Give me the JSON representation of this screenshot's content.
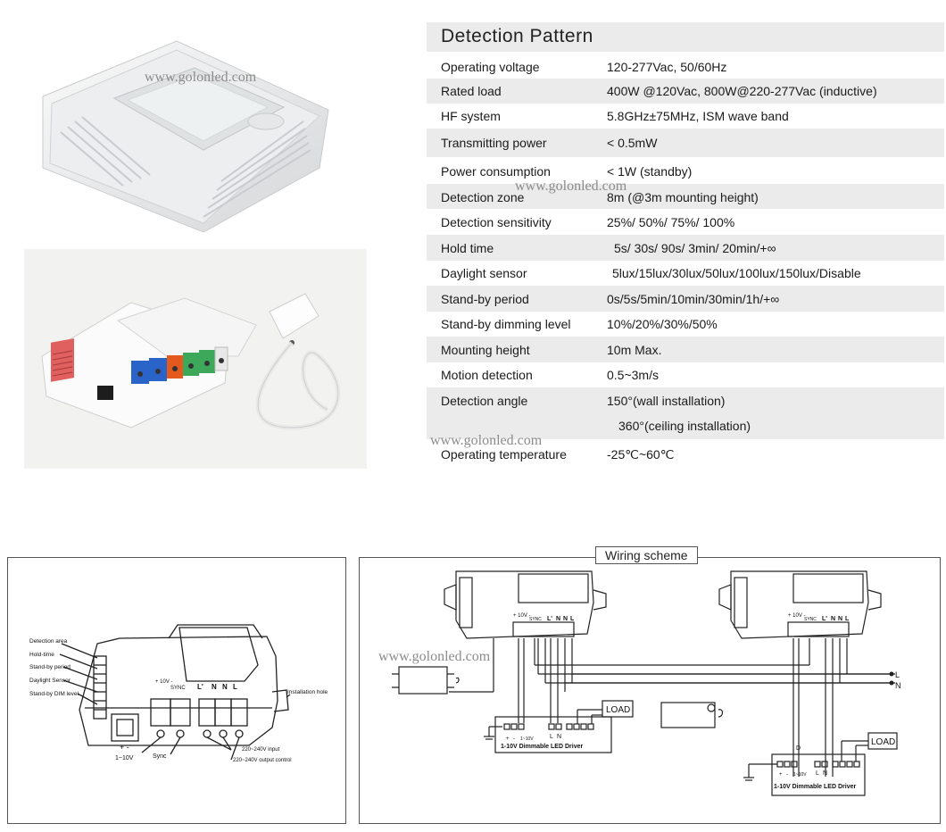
{
  "watermark": "www.golonled.com",
  "spec": {
    "title": "Detection Pattern",
    "rows": [
      {
        "label": "Operating voltage",
        "value": "120-277Vac, 50/60Hz"
      },
      {
        "label": "Rated load",
        "value": "400W @120Vac, 800W@220-277Vac (inductive)"
      },
      {
        "label": "HF system",
        "value": "5.8GHz±75MHz, ISM wave band"
      },
      {
        "label": "Transmitting power",
        "value": "< 0.5mW"
      },
      {
        "label": "Power consumption",
        "value": "< 1W (standby)"
      },
      {
        "label": "Detection zone",
        "value": "8m (@3m mounting height)"
      },
      {
        "label": "Detection sensitivity",
        "value": "25%/ 50%/ 75%/ 100%"
      },
      {
        "label": "Hold time",
        "value": "5s/ 30s/ 90s/ 3min/ 20min/+∞"
      },
      {
        "label": "Daylight sensor",
        "value": "5lux/15lux/30lux/50lux/100lux/150lux/Disable"
      },
      {
        "label": "Stand-by period",
        "value": "0s/5s/5min/10min/30min/1h/+∞"
      },
      {
        "label": "Stand-by dimming level",
        "value": "10%/20%/30%/50%"
      },
      {
        "label": "Mounting height",
        "value": "10m Max."
      },
      {
        "label": "Motion detection",
        "value": "0.5~3m/s"
      },
      {
        "label": "Detection angle",
        "value": "150°(wall installation)"
      },
      {
        "label": "",
        "value": "360°(ceiling installation)"
      },
      {
        "label": "Operating temperature",
        "value": "-25℃~60℃"
      }
    ]
  },
  "diagram1": {
    "callouts": [
      "Detection area",
      "Hold-time",
      "Stand-by period",
      "Daylight Sensor",
      "Stand-by DIM level",
      "Installation hole"
    ],
    "bottom_labels": [
      "+  -",
      "1~10V",
      "Sync",
      "220~240V input",
      "220~240V output control"
    ],
    "terminal_labels": [
      "L'",
      "N",
      "N",
      "L"
    ],
    "term_small": [
      "+ 10V -",
      "SYNC"
    ]
  },
  "diagram2": {
    "title": "Wiring  scheme",
    "line_labels": [
      "L",
      "N"
    ],
    "load_label": "LOAD",
    "driver_label": "1-10V  Dimmable   LED  Driver",
    "driver_pins": [
      "+",
      "-",
      "1~10V",
      "L",
      "N"
    ],
    "node_label": "D",
    "terminal_labels": [
      "L'",
      "N",
      "N",
      "L"
    ],
    "term_small": [
      "+ 10V -",
      "SYNC"
    ]
  }
}
